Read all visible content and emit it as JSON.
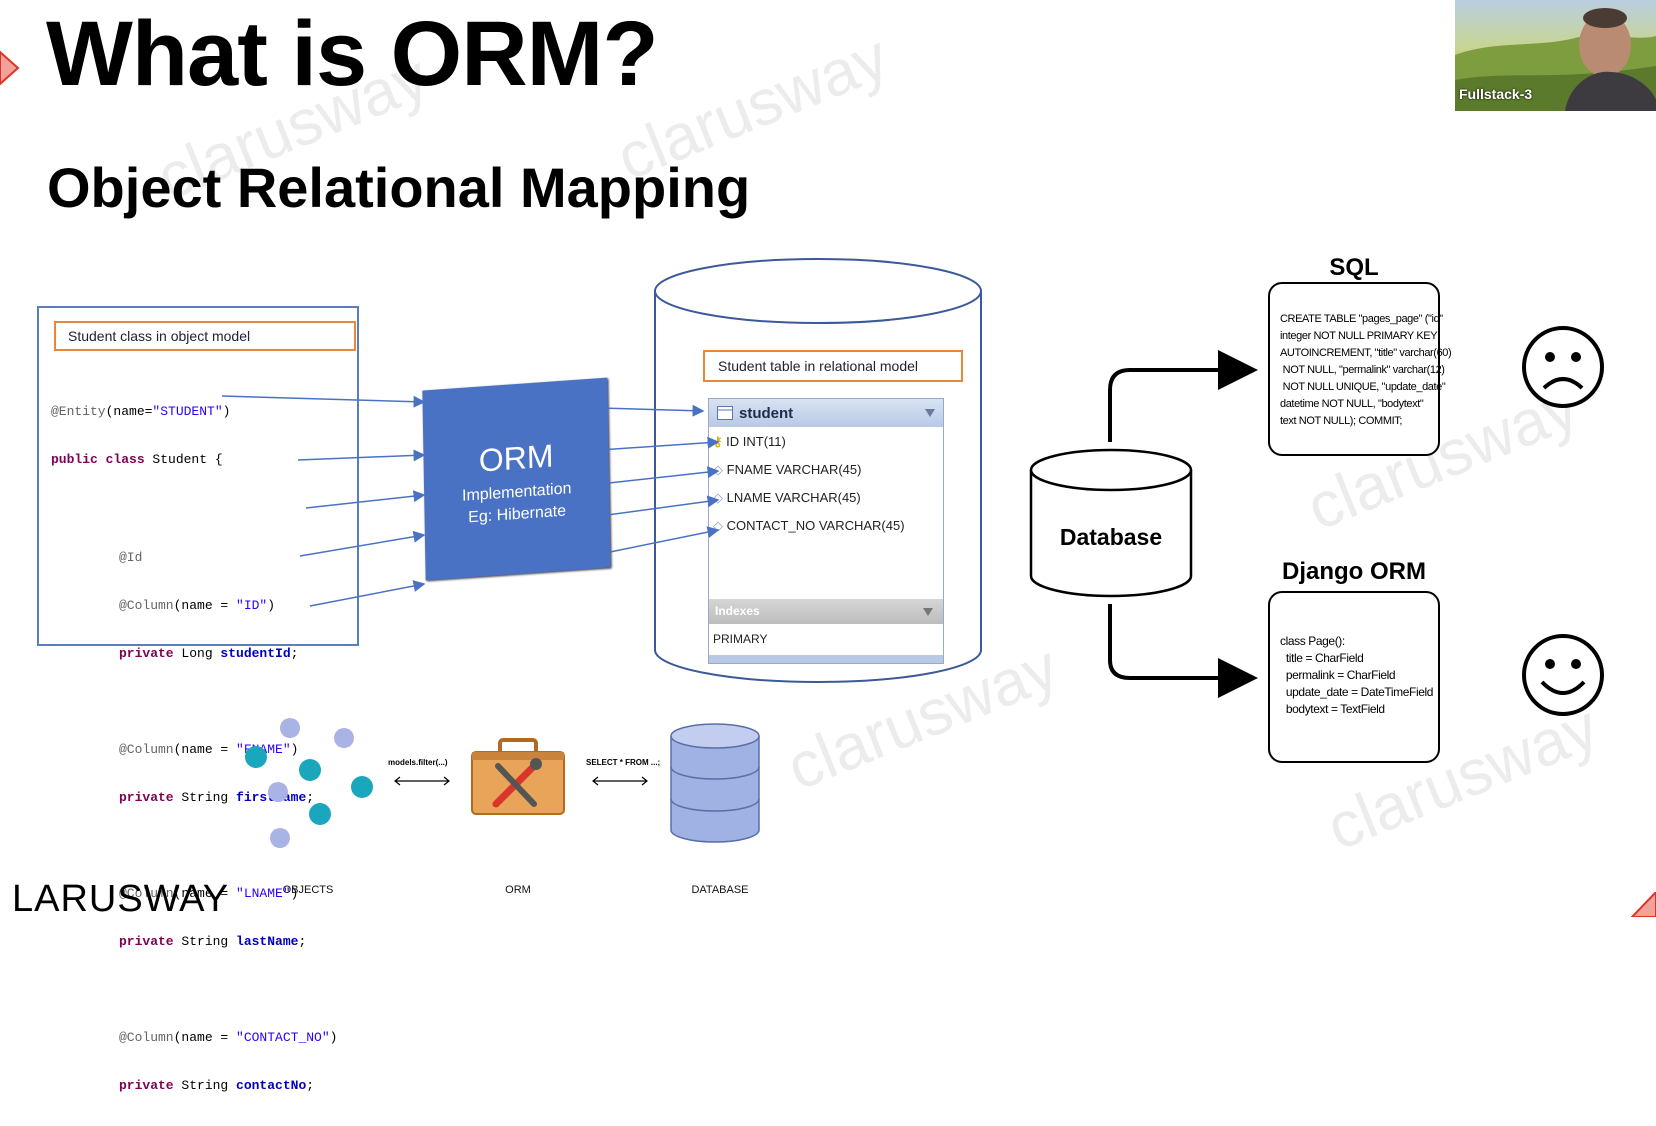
{
  "slide": {
    "title": "What is ORM?",
    "subtitle": "Object Relational Mapping",
    "logo_text": "LARUSWAY",
    "watermark_text": "clarusway"
  },
  "video_tile": {
    "name": "Fullstack-3"
  },
  "object_model": {
    "box_label": "Student class in object model",
    "code": [
      {
        "indent": 0,
        "ann": "@Entity",
        "rest_pre": "(name=",
        "str": "\"STUDENT\"",
        "rest_post": ")"
      },
      {
        "indent": 0,
        "kw": "public class",
        "plain": " Student {"
      },
      {
        "indent": 1,
        "ann": "@Id"
      },
      {
        "indent": 1,
        "ann": "@Column",
        "rest_pre": "(name = ",
        "str": "\"ID\"",
        "rest_post": ")"
      },
      {
        "indent": 1,
        "kw": "private",
        "plain": " Long ",
        "fld": "studentId",
        "end": ";"
      },
      {
        "indent": 1,
        "ann": "@Column",
        "rest_pre": "(name = ",
        "str": "\"FNAME\"",
        "rest_post": ")"
      },
      {
        "indent": 1,
        "kw": "private",
        "plain": " String ",
        "fld": "firstName",
        "end": ";"
      },
      {
        "indent": 1,
        "ann": "@Column",
        "rest_pre": "(name = ",
        "str": "\"LNAME\"",
        "rest_post": ")"
      },
      {
        "indent": 1,
        "kw": "private",
        "plain": " String ",
        "fld": "lastName",
        "end": ";"
      },
      {
        "indent": 1,
        "ann": "@Column",
        "rest_pre": "(name = ",
        "str": "\"CONTACT_NO\"",
        "rest_post": ")"
      },
      {
        "indent": 1,
        "kw": "private",
        "plain": " String ",
        "fld": "contactNo",
        "end": ";"
      }
    ]
  },
  "orm_block": {
    "title": "ORM",
    "line1": "Implementation",
    "line2": "Eg: Hibernate"
  },
  "relational_model": {
    "box_label": "Student table in relational model",
    "table_name": "student",
    "columns": [
      "ID INT(11)",
      "FNAME VARCHAR(45)",
      "LNAME VARCHAR(45)",
      "CONTACT_NO VARCHAR(45)"
    ],
    "indexes_label": "Indexes",
    "index_value": "PRIMARY"
  },
  "right_diagram": {
    "database_label": "Database",
    "sql_title": "SQL",
    "sql_text": "CREATE TABLE \"pages_page\" (\"id\"\ninteger NOT NULL PRIMARY KEY\nAUTOINCREMENT, \"title\" varchar(60)\n NOT NULL, \"permalink\" varchar(12)\n NOT NULL UNIQUE, \"update_date\"\ndatetime NOT NULL, \"bodytext\"\ntext NOT NULL); COMMIT;",
    "django_title": "Django ORM",
    "django_text": "class Page():\n  title = CharField\n  permalink = CharField\n  update_date = DateTimeField\n  bodytext = TextField",
    "sad_face": "☹",
    "happy_face": "☺"
  },
  "bottom_flow": {
    "objects_label": "OBJECTS",
    "orm_label": "ORM",
    "database_label": "DATABASE",
    "arrow1_label": "models.filter(...)",
    "arrow2_label": "SELECT * FROM ...;"
  },
  "colors": {
    "orm_blue": "#4a72c4",
    "orange_border": "#e8863a",
    "teal": "#1aa7bd",
    "lavender": "#a9b3e6",
    "db_blue": "#9fb2e3"
  }
}
